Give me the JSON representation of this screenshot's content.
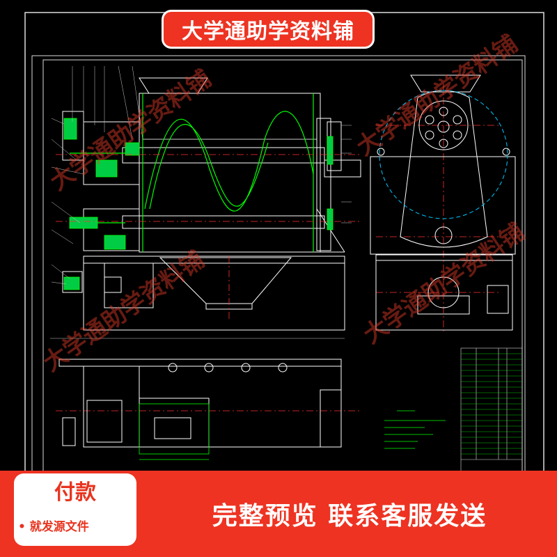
{
  "banner": {
    "title": "大学通助学资料铺"
  },
  "watermarks": [
    "大学通助学资料铺",
    "大学通助学资料铺",
    "大学通助学资料铺",
    "大学通助学资料铺"
  ],
  "payment": {
    "title": "付款",
    "subtitle": "• 就发源文件"
  },
  "footer": {
    "text": "完整预览  联系客服发送"
  },
  "colors": {
    "accent": "#ee3322",
    "cad_line": "#ffffff",
    "cad_green": "#00ff00",
    "cad_red": "#ff3030",
    "cad_cyan": "#00c8ff",
    "background": "#000000"
  }
}
